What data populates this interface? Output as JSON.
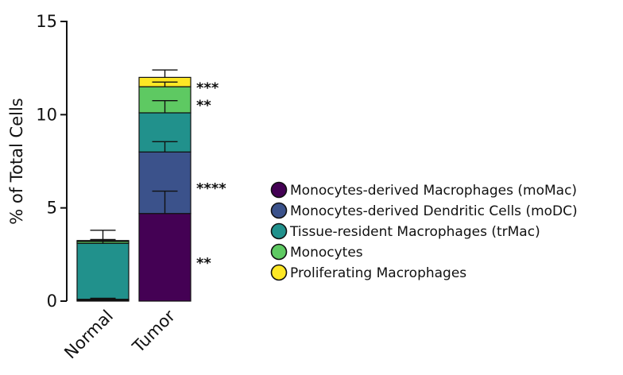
{
  "chart_data": {
    "type": "bar",
    "stacked": true,
    "categories": [
      "Normal",
      "Tumor"
    ],
    "ylabel": "% of Total Cells",
    "ylim": [
      0,
      15
    ],
    "yticks": [
      0,
      5,
      10,
      15
    ],
    "grid": false,
    "legend_position": "right",
    "series": [
      {
        "name": "Monocytes-derived Macrophages (moMac)",
        "color": "#440154",
        "values": [
          0.05,
          4.7
        ],
        "error": [
          0.05,
          1.2
        ]
      },
      {
        "name": "Monocytes-derived Dendritic Cells (moDC)",
        "color": "#3b528b",
        "values": [
          0.05,
          3.3
        ],
        "error": [
          0.05,
          0.55
        ]
      },
      {
        "name": "Tissue-resident Macrophages (trMac)",
        "color": "#21918c",
        "values": [
          3.0,
          2.1
        ],
        "error": [
          0.7,
          0.65
        ]
      },
      {
        "name": "Monocytes",
        "color": "#5ec962",
        "values": [
          0.1,
          1.4
        ],
        "error": [
          0.1,
          0.25
        ]
      },
      {
        "name": "Proliferating Macrophages",
        "color": "#fde725",
        "values": [
          0.05,
          0.5
        ],
        "error": [
          0.05,
          0.4
        ]
      }
    ],
    "significance": [
      {
        "series_index": 0,
        "label": "**"
      },
      {
        "series_index": 1,
        "label": "****"
      },
      {
        "series_index": 3,
        "label": "**"
      },
      {
        "series_index": 4,
        "label": "***"
      }
    ]
  }
}
